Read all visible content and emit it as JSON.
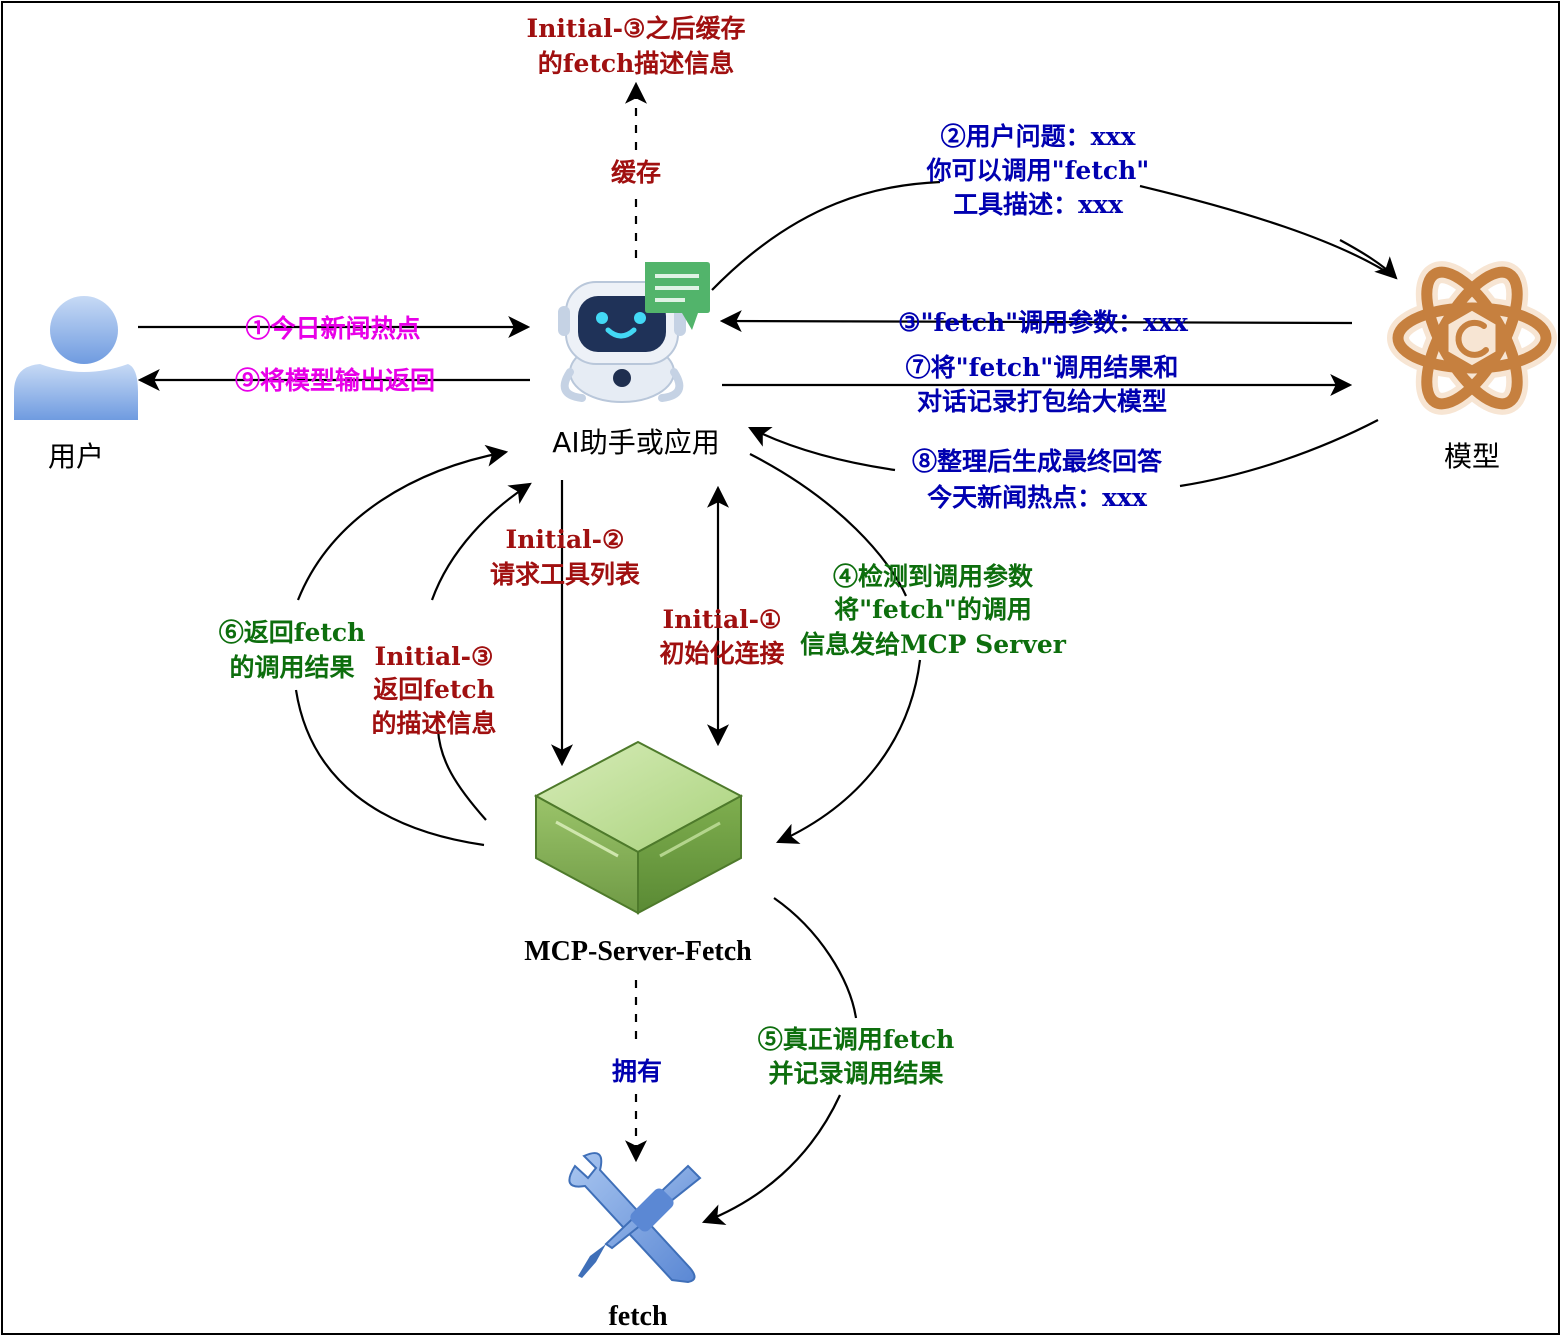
{
  "nodes": {
    "user": "用户",
    "assistant": "AI助手或应用",
    "model": "模型",
    "server": "MCP-Server-Fetch",
    "tool": "fetch"
  },
  "cache": {
    "result_lines": [
      "Initial-③之后缓存",
      "的fetch描述信息"
    ],
    "edge_label": "缓存"
  },
  "steps": {
    "s1": "①今日新闻热点",
    "s9": "⑨将模型输出返回",
    "s2": [
      "②用户问题：xxx",
      "你可以调用\"fetch\"",
      "工具描述：xxx"
    ],
    "s3": "③\"fetch\"调用参数：xxx",
    "s7": [
      "⑦将\"fetch\"调用结果和",
      "对话记录打包给大模型"
    ],
    "s8": [
      "⑧整理后生成最终回答",
      "今天新闻热点：xxx"
    ],
    "init1": [
      "Initial-①",
      "初始化连接"
    ],
    "init2": [
      "Initial-②",
      "请求工具列表"
    ],
    "init3": [
      "Initial-③",
      "返回fetch",
      "的描述信息"
    ],
    "s4": [
      "④检测到调用参数",
      "将\"fetch\"的调用",
      "信息发给MCP Server"
    ],
    "s5": [
      "⑤真正调用fetch",
      "并记录调用结果"
    ],
    "s6": [
      "⑥返回fetch",
      "的调用结果"
    ],
    "own": "拥有"
  },
  "colors": {
    "magenta": "#e800e8",
    "blue": "#0000b0",
    "darkred": "#a01010",
    "green": "#0d6e0d",
    "edge": "#000000"
  }
}
